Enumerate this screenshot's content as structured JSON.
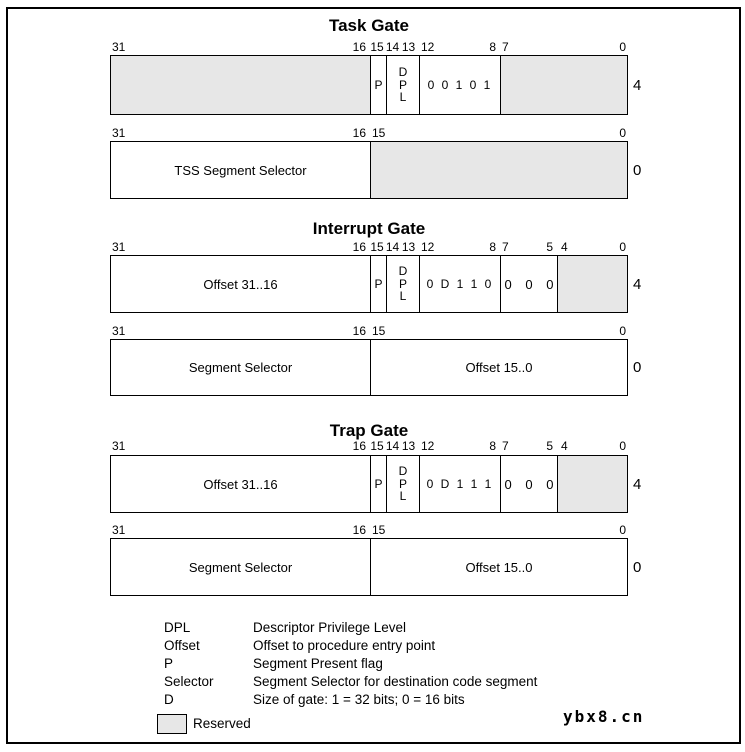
{
  "colors": {
    "reserved_fill": "#e7e7e7",
    "line": "#000000",
    "background": "#ffffff"
  },
  "watermark": "ybx8.cn",
  "gates": [
    {
      "title": "Task Gate",
      "row_high": {
        "byte_offset": "4",
        "labels": {
          "b31": "31",
          "b16": "16",
          "b15": "15",
          "b14": "14",
          "b13": "13",
          "b12": "12",
          "b8": "8",
          "b7": "7",
          "b0": "0"
        },
        "fields": {
          "p": "P",
          "dpl": "D\nP\nL",
          "type_bits": "0 0 1 0 1"
        }
      },
      "row_low": {
        "byte_offset": "0",
        "labels": {
          "b31": "31",
          "b16": "16",
          "b15": "15",
          "b0": "0"
        },
        "fields": {
          "left": "TSS Segment Selector"
        }
      }
    },
    {
      "title": "Interrupt Gate",
      "row_high": {
        "byte_offset": "4",
        "labels": {
          "b31": "31",
          "b16": "16",
          "b15": "15",
          "b14": "14",
          "b13": "13",
          "b12": "12",
          "b8": "8",
          "b7": "7",
          "b5": "5",
          "b4": "4",
          "b0": "0"
        },
        "fields": {
          "left": "Offset 31..16",
          "p": "P",
          "dpl": "D\nP\nL",
          "type_bits": "0 D 1 1 0",
          "zeros": "0 0 0"
        }
      },
      "row_low": {
        "byte_offset": "0",
        "labels": {
          "b31": "31",
          "b16": "16",
          "b15": "15",
          "b0": "0"
        },
        "fields": {
          "left": "Segment Selector",
          "right": "Offset 15..0"
        }
      }
    },
    {
      "title": "Trap Gate",
      "row_high": {
        "byte_offset": "4",
        "labels": {
          "b31": "31",
          "b16": "16",
          "b15": "15",
          "b14": "14",
          "b13": "13",
          "b12": "12",
          "b8": "8",
          "b7": "7",
          "b5": "5",
          "b4": "4",
          "b0": "0"
        },
        "fields": {
          "left": "Offset 31..16",
          "p": "P",
          "dpl": "D\nP\nL",
          "type_bits": "0 D 1 1 1",
          "zeros": "0 0 0"
        }
      },
      "row_low": {
        "byte_offset": "0",
        "labels": {
          "b31": "31",
          "b16": "16",
          "b15": "15",
          "b0": "0"
        },
        "fields": {
          "left": "Segment Selector",
          "right": "Offset 15..0"
        }
      }
    }
  ],
  "legend": {
    "entries": [
      {
        "term": "DPL",
        "desc": "Descriptor Privilege Level"
      },
      {
        "term": "Offset",
        "desc": "Offset to procedure entry point"
      },
      {
        "term": "P",
        "desc": "Segment Present flag"
      },
      {
        "term": "Selector",
        "desc": "Segment Selector for destination code segment"
      },
      {
        "term": "D",
        "desc": "Size of gate: 1 = 32 bits; 0 = 16 bits"
      }
    ],
    "reserved_label": "Reserved"
  }
}
